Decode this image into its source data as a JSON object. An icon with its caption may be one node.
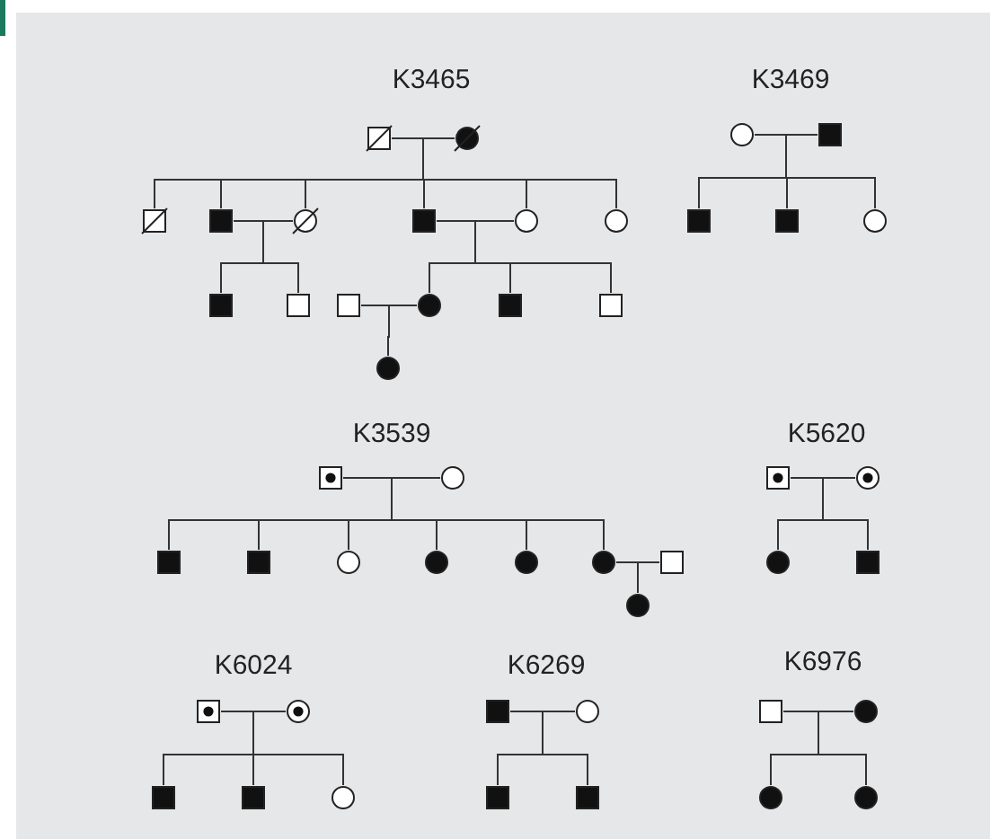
{
  "diagram": {
    "nodes": [
      {
        "text": [],
        "shape": "box"
      },
      {
        "text": [],
        "shape": "circle"
      },
      {
        "text": [],
        "shape": "box"
      },
      {
        "text": [],
        "shape": "box"
      },
      {
        "text": [],
        "shape": "circle"
      },
      {
        "text": [],
        "shape": "box"
      },
      {
        "text": [],
        "shape": "circle"
      },
      {
        "text": [],
        "shape": "circle"
      },
      {
        "text": [],
        "shape": "box"
      },
      {
        "text": [],
        "shape": "box"
      },
      {
        "text": [],
        "shape": "box"
      },
      {
        "text": [],
        "shape": "circle"
      },
      {
        "text": [],
        "shape": "box"
      },
      {
        "text": [],
        "shape": "box"
      },
      {
        "text": [],
        "shape": "circle"
      },
      {
        "text": [],
        "shape": "circle"
      },
      {
        "text": [],
        "shape": "box"
      },
      {
        "text": [],
        "shape": "box"
      },
      {
        "text": [],
        "shape": "box"
      },
      {
        "text": [],
        "shape": "circle"
      },
      {
        "text": [],
        "shape": "box"
      },
      {
        "text": [],
        "shape": "circle"
      },
      {
        "text": [],
        "shape": "box"
      },
      {
        "text": [],
        "shape": "box"
      },
      {
        "text": [],
        "shape": "circle"
      },
      {
        "text": [],
        "shape": "circle"
      },
      {
        "text": [],
        "shape": "circle"
      },
      {
        "text": [],
        "shape": "circle"
      },
      {
        "text": [],
        "shape": "box"
      },
      {
        "text": [],
        "shape": "circle"
      },
      {
        "text": [],
        "shape": "box"
      },
      {
        "text": [],
        "shape": "circle"
      },
      {
        "text": [],
        "shape": "circle"
      },
      {
        "text": [],
        "shape": "box"
      },
      {
        "text": [],
        "shape": "box"
      },
      {
        "text": [],
        "shape": "circle"
      },
      {
        "text": [],
        "shape": "box"
      },
      {
        "text": [],
        "shape": "box"
      },
      {
        "text": [],
        "shape": "circle"
      },
      {
        "text": [],
        "shape": "box"
      },
      {
        "text": [],
        "shape": "circle"
      },
      {
        "text": [],
        "shape": "box"
      },
      {
        "text": [],
        "shape": "box"
      },
      {
        "text": [],
        "shape": "box"
      },
      {
        "text": [],
        "shape": "circle"
      },
      {
        "text": [],
        "shape": "circle"
      },
      {
        "text": [],
        "shape": "circle"
      }
    ],
    "edges": [
      {
        "from": 0,
        "to": 1,
        "arrow": "none"
      },
      {
        "from": 0,
        "to": 2,
        "arrow": "none"
      },
      {
        "from": 0,
        "to": 3,
        "arrow": "none"
      },
      {
        "from": 0,
        "to": 4,
        "arrow": "none"
      },
      {
        "from": 0,
        "to": 5,
        "arrow": "none"
      },
      {
        "from": 0,
        "to": 6,
        "arrow": "none"
      },
      {
        "from": 0,
        "to": 7,
        "arrow": "none"
      },
      {
        "from": 3,
        "to": 4,
        "arrow": "none"
      },
      {
        "from": 3,
        "to": 8,
        "arrow": "none"
      },
      {
        "from": 3,
        "to": 9,
        "arrow": "none"
      },
      {
        "from": 5,
        "to": 6,
        "arrow": "none"
      },
      {
        "from": 5,
        "to": 11,
        "arrow": "none"
      },
      {
        "from": 5,
        "to": 12,
        "arrow": "none"
      },
      {
        "from": 5,
        "to": 13,
        "arrow": "none"
      },
      {
        "from": 10,
        "to": 11,
        "arrow": "none"
      },
      {
        "from": 10,
        "to": 14,
        "arrow": "none"
      },
      {
        "from": 15,
        "to": 16,
        "arrow": "none"
      },
      {
        "from": 15,
        "to": 17,
        "arrow": "none"
      },
      {
        "from": 15,
        "to": 18,
        "arrow": "none"
      },
      {
        "from": 15,
        "to": 19,
        "arrow": "none"
      },
      {
        "from": 20,
        "to": 21,
        "arrow": "none"
      },
      {
        "from": 20,
        "to": 22,
        "arrow": "none"
      },
      {
        "from": 20,
        "to": 23,
        "arrow": "none"
      },
      {
        "from": 20,
        "to": 24,
        "arrow": "none"
      },
      {
        "from": 20,
        "to": 25,
        "arrow": "none"
      },
      {
        "from": 20,
        "to": 26,
        "arrow": "none"
      },
      {
        "from": 20,
        "to": 27,
        "arrow": "none"
      },
      {
        "from": 27,
        "to": 28,
        "arrow": "none"
      },
      {
        "from": 27,
        "to": 29,
        "arrow": "none"
      },
      {
        "from": 30,
        "to": 31,
        "arrow": "none"
      },
      {
        "from": 30,
        "to": 32,
        "arrow": "none"
      },
      {
        "from": 30,
        "to": 33,
        "arrow": "none"
      },
      {
        "from": 34,
        "to": 35,
        "arrow": "none"
      },
      {
        "from": 34,
        "to": 36,
        "arrow": "none"
      },
      {
        "from": 34,
        "to": 37,
        "arrow": "none"
      },
      {
        "from": 34,
        "to": 38,
        "arrow": "none"
      },
      {
        "from": 39,
        "to": 40,
        "arrow": "none"
      },
      {
        "from": 39,
        "to": 41,
        "arrow": "none"
      },
      {
        "from": 39,
        "to": 42,
        "arrow": "none"
      },
      {
        "from": 43,
        "to": 44,
        "arrow": "none"
      },
      {
        "from": 43,
        "to": 45,
        "arrow": "none"
      },
      {
        "from": 43,
        "to": 46,
        "arrow": "none"
      }
    ],
    "labels": [
      "K3465",
      "K3469",
      "K3539",
      "K5620",
      "K6024",
      "K6269",
      "K6976"
    ]
  }
}
